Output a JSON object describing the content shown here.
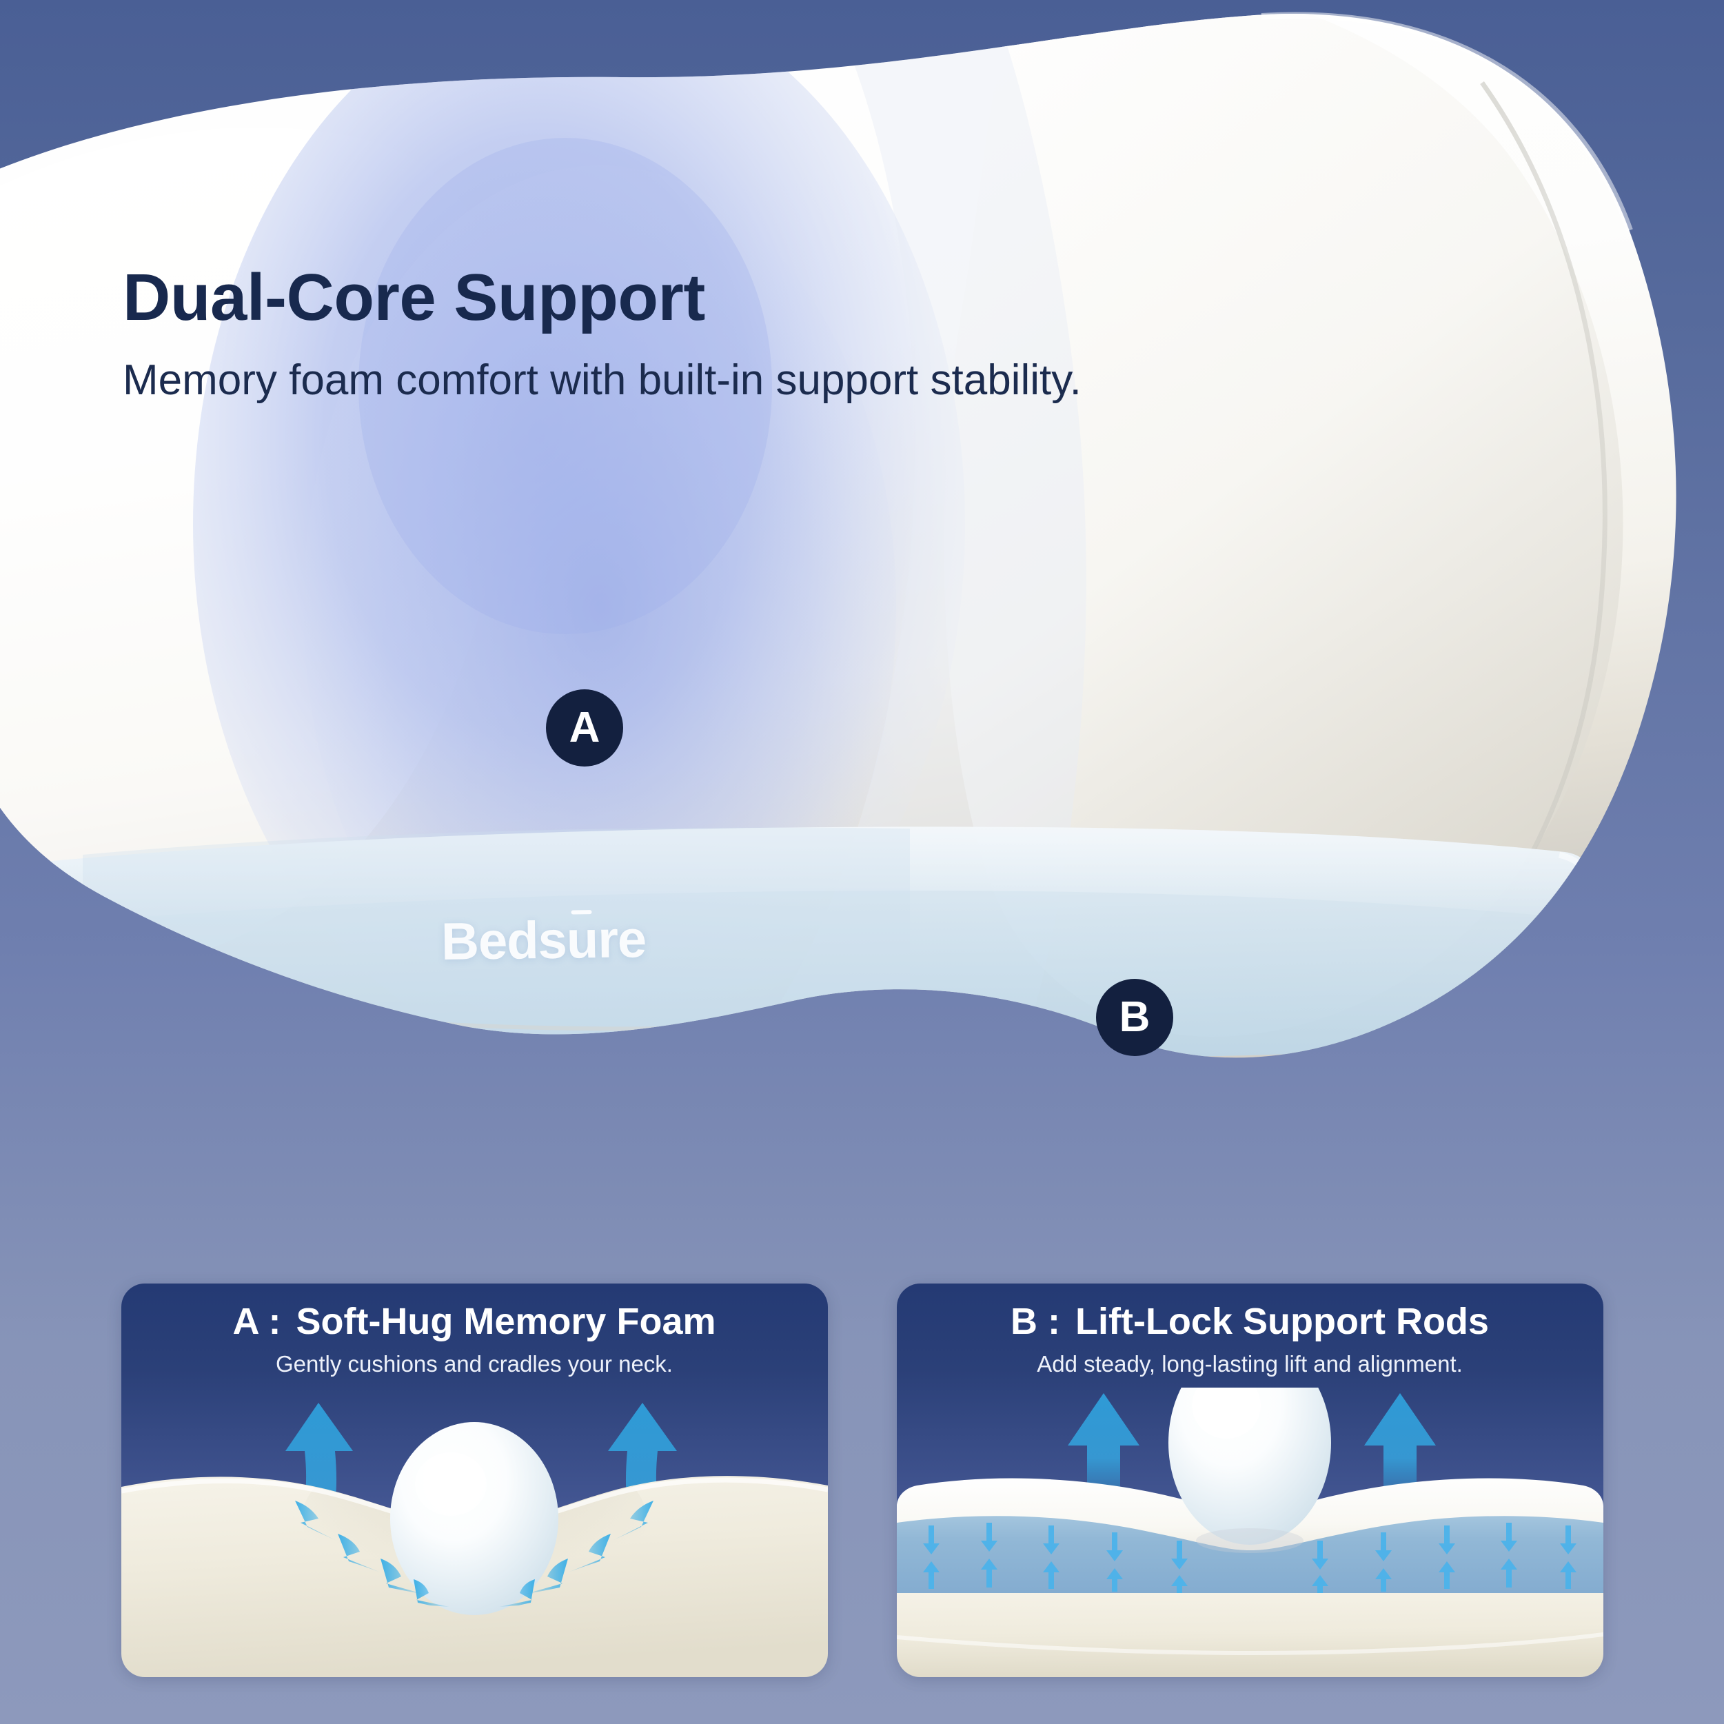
{
  "hero": {
    "title": "Dual-Core Support",
    "subtitle": "Memory foam comfort with built-in support stability.",
    "brand": {
      "prefix": "Beds",
      "accent_letter": "u",
      "suffix": "re",
      "full": "Bedsure"
    },
    "markers": [
      {
        "id": "marker-a",
        "label": "A"
      },
      {
        "id": "marker-b",
        "label": "B"
      }
    ]
  },
  "cards": [
    {
      "tag": "A :",
      "title": "Soft-Hug Memory Foam",
      "subtitle": "Gently cushions and cradles your neck.",
      "illustration": "sphere-sinking-into-foam-with-radiating-arrows"
    },
    {
      "tag": "B :",
      "title": "Lift-Lock Support Rods",
      "subtitle": "Add steady, long-lasting lift and alignment.",
      "illustration": "sphere-supported-on-layered-foam-with-lift-arrows"
    }
  ],
  "colors": {
    "background_top": "#4a5f95",
    "background_bottom": "#8d99bc",
    "badge_fill": "#13203f",
    "card_top": "#243a74",
    "card_bottom": "#6b7cb0",
    "heading_navy": "#18294e",
    "arrow_blue": "#3aa3e0",
    "foam_cream": "#efeade",
    "support_layer_blue": "#8fb7d6"
  }
}
